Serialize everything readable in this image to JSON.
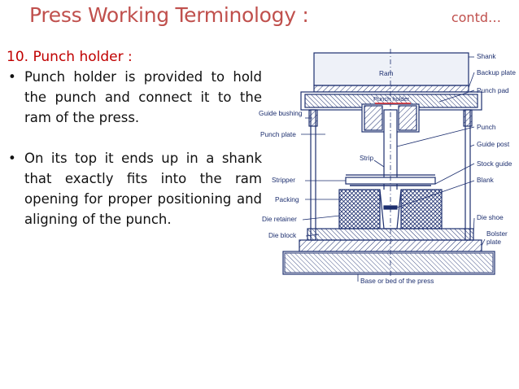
{
  "slide": {
    "title": "Press Working Terminology :",
    "contd": "contd…",
    "heading": "10. Punch holder :",
    "bullets": [
      "Punch holder is provided to hold the punch and connect it to the ram of the press.",
      "On its top it ends up in a shank that exactly fits into the ram opening for proper positioning and aligning of the punch."
    ]
  },
  "diagram": {
    "labels": {
      "shank": "Shank",
      "ram": "Ram",
      "backup_plate": "Backup plate",
      "punch_holder": "Punch holder",
      "punch_pad": "Punch pad",
      "guide_bushing": "Guide bushing",
      "punch_plate": "Punch plate",
      "punch": "Punch",
      "guide_post": "Guide post",
      "strip": "Strip",
      "stock_guide": "Stock guide",
      "stripper": "Stripper",
      "blank": "Blank",
      "packing": "Packing",
      "die_retainer": "Die retainer",
      "die_shoe": "Die shoe",
      "die_block": "Die block",
      "bolster_plate_1": "Bolster",
      "bolster_plate_2": "plate",
      "base": "Base or bed of the press"
    },
    "colors": {
      "line": "#1d2f6f",
      "accent": "#e03030"
    }
  }
}
